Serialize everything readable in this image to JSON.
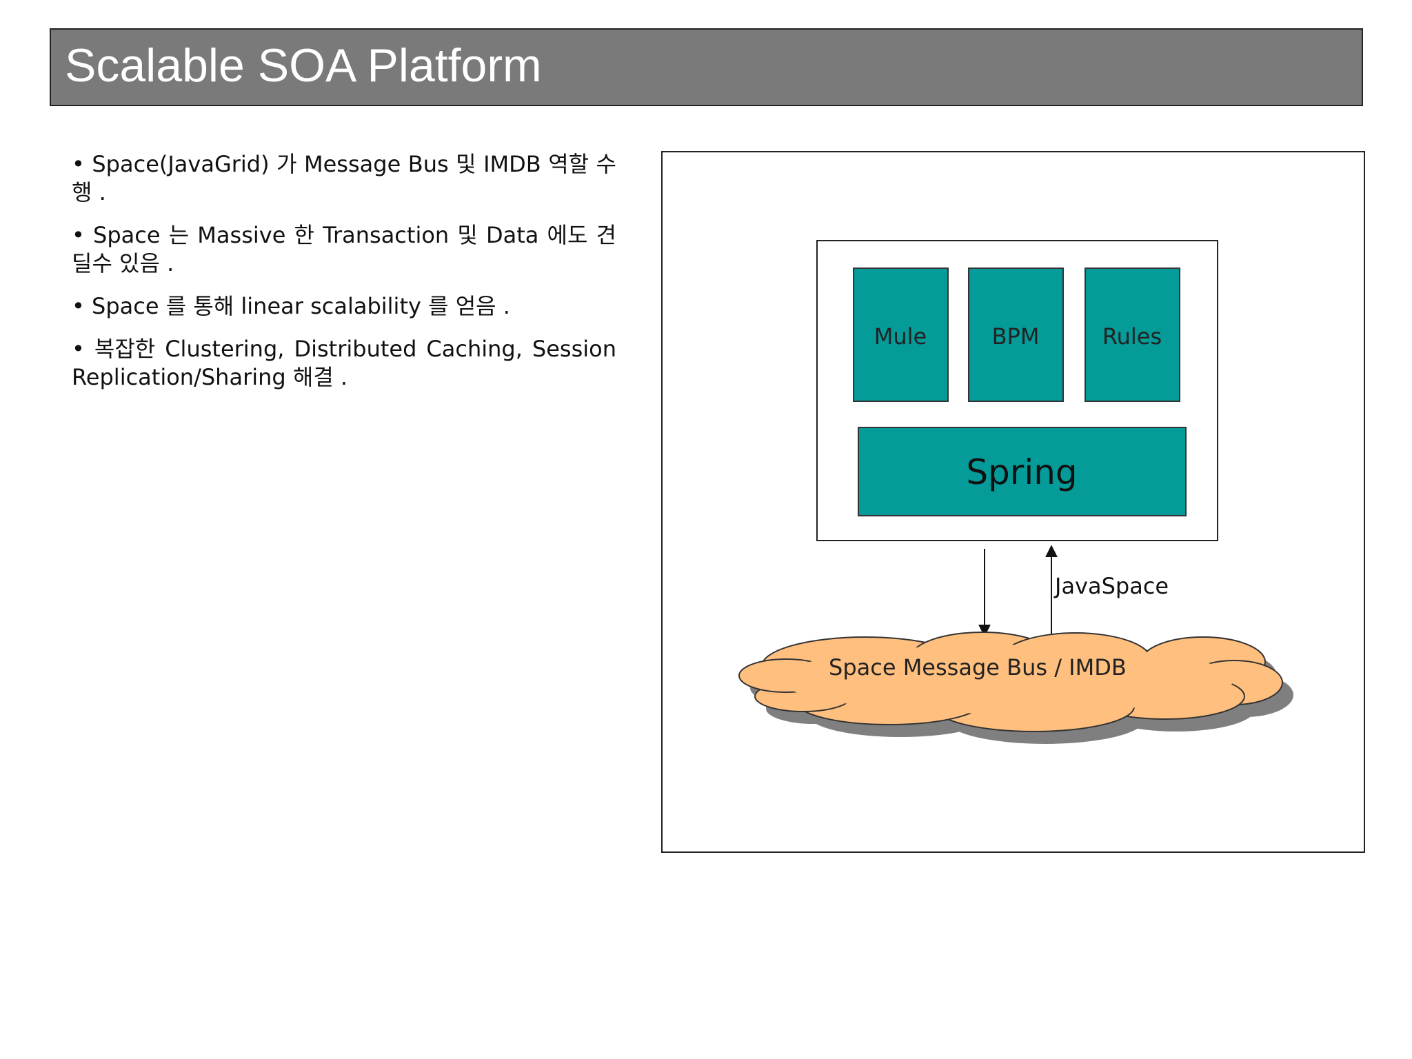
{
  "slide": {
    "title": "Scalable SOA Platform",
    "bullets": [
      "• Space(JavaGrid) 가 Message Bus 및 IMDB 역할 수행 .",
      "• Space 는 Massive 한 Transaction 및 Data 에도 견딜수 있음 .",
      "• Space 를 통해 linear scalability 를 얻음 .",
      "• 복잡한 Clustering, Distributed Caching, Session Replication/Sharing 해결 ."
    ]
  },
  "diagram": {
    "modules": [
      "Mule",
      "BPM",
      "Rules"
    ],
    "framework": "Spring",
    "connector_label": "JavaSpace",
    "bus_label": "Space Message Bus / IMDB",
    "colors": {
      "module_fill": "#049b99",
      "cloud_fill": "#ffbf7f",
      "cloud_shadow": "#7f7f7f",
      "title_bar": "#7a7a7a"
    }
  }
}
